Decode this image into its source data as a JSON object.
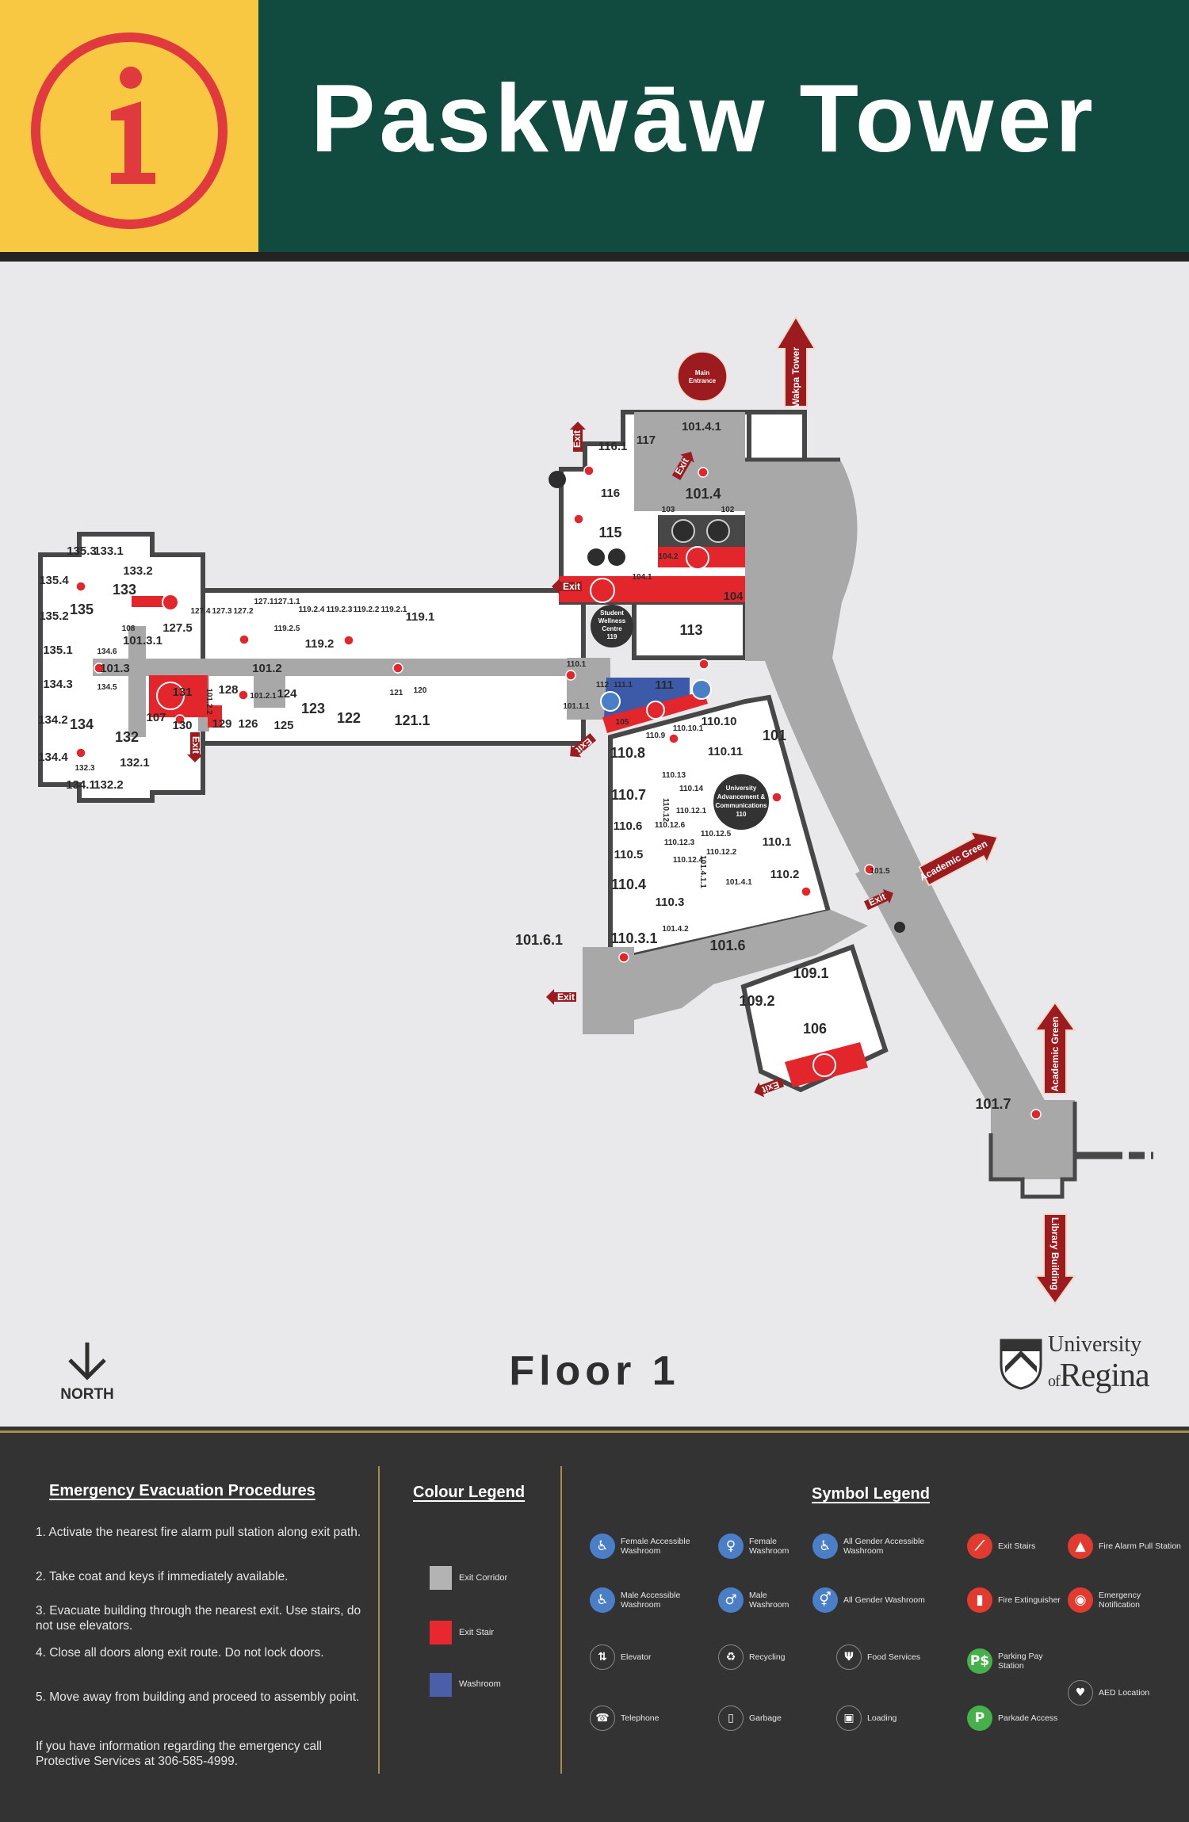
{
  "header": {
    "title": "Paskwāw Tower",
    "info_icon": "info-circle-icon",
    "colors": {
      "yellow": "#f9c842",
      "green": "#114b3f",
      "icon_red": "#e03a3e"
    }
  },
  "map": {
    "floor_label": "Floor 1",
    "north_label": "NORTH",
    "logo": {
      "line1": "University",
      "line2_of": "of",
      "line2": "Regina"
    },
    "main_entrance": "Main Entrance",
    "exit_label": "Exit",
    "destinations": {
      "wakpa": "Wakpa Tower",
      "academic_green_east": "Academic Green",
      "academic_green_north": "Academic Green",
      "library": "Library Building"
    },
    "centres": {
      "student_wellness": [
        "Student",
        "Wellness",
        "Centre",
        "119"
      ],
      "university_advancement": [
        "University",
        "Advancement &",
        "Communications",
        "110"
      ]
    },
    "rooms": [
      "135.3",
      "133.1",
      "133.2",
      "135.4",
      "133",
      "135",
      "135.2",
      "108",
      "101.3.1",
      "127.5",
      "127.4",
      "127.3",
      "127.2",
      "127.1",
      "127.1.1",
      "119.2.5",
      "119.2.4",
      "119.2.3",
      "119.2.2",
      "119.2.1",
      "119.1",
      "119.2",
      "135.1",
      "101.3",
      "101.2",
      "134.3",
      "134.5",
      "131",
      "101.2.2",
      "128",
      "101.2.1",
      "124",
      "121",
      "120",
      "107",
      "123",
      "122",
      "121.1",
      "134.2",
      "134",
      "130",
      "129",
      "126",
      "125",
      "132",
      "134.4",
      "132.1",
      "132.3",
      "134.1",
      "132.2",
      "101.4.1",
      "116.1",
      "117",
      "116",
      "101.4",
      "103",
      "102",
      "115",
      "104.2",
      "104.1",
      "104",
      "113",
      "110.1",
      "112",
      "111.1",
      "111",
      "101.1.1",
      "105",
      "110.10",
      "110.10.1",
      "110.9",
      "101",
      "110.8",
      "110.11",
      "110.13",
      "110.14",
      "110.7",
      "110.12",
      "110.12.1",
      "110.12.6",
      "110.6",
      "110.12.5",
      "110.12.3",
      "110.12.4",
      "110.12.2",
      "110.1",
      "110.5",
      "101.5",
      "110.2",
      "110.4",
      "101.4.1",
      "101.4.1.1",
      "110.3",
      "101.4.2",
      "110.3.1",
      "101.6.1",
      "101.6",
      "109.1",
      "109.2",
      "106",
      "101.7",
      "134.6"
    ],
    "colors": {
      "corridor": "#a8a8a8",
      "exit_stair": "#e3262b",
      "washroom": "#3d5aa8",
      "wall": "#474747",
      "arrow": "#9b1b1f"
    }
  },
  "procedures": {
    "heading": "Emergency Evacuation Procedures",
    "steps": [
      "1. Activate the nearest fire alarm pull station along exit path.",
      "2. Take coat and keys if  immediately available.",
      "3. Evacuate building through the nearest exit. Use stairs, do not use elevators.",
      "4. Close all doors along exit route. Do not lock doors.",
      "5. Move away from building and proceed to assembly point."
    ],
    "contact": "If  you have information regarding the emergency call Protective Services at 306-585-4999."
  },
  "colour_legend": {
    "heading": "Colour Legend",
    "items": [
      {
        "label": "Exit Corridor",
        "color": "#b3b3b3"
      },
      {
        "label": "Exit Stair",
        "color": "#e8282e"
      },
      {
        "label": "Washroom",
        "color": "#4a5fa8"
      }
    ]
  },
  "symbol_legend": {
    "heading": "Symbol Legend",
    "items": [
      {
        "label": "Female Accessible Washroom",
        "icon": "female-accessible-washroom-icon",
        "glyph": "♿",
        "color": "#4a7fc8"
      },
      {
        "label": "Female Washroom",
        "icon": "female-washroom-icon",
        "glyph": "♀",
        "color": "#4a7fc8"
      },
      {
        "label": "All Gender Accessible Washroom",
        "icon": "all-gender-accessible-washroom-icon",
        "glyph": "♿",
        "color": "#4a7fc8"
      },
      {
        "label": "Exit Stairs",
        "icon": "exit-stairs-icon",
        "glyph": "⟋",
        "color": "#e23a2f"
      },
      {
        "label": "Fire Alarm Pull Station",
        "icon": "fire-alarm-icon",
        "glyph": "▲",
        "color": "#e23a2f"
      },
      {
        "label": "Male Accessible Washroom",
        "icon": "male-accessible-washroom-icon",
        "glyph": "♿",
        "color": "#4a7fc8"
      },
      {
        "label": "Male Washroom",
        "icon": "male-washroom-icon",
        "glyph": "♂",
        "color": "#4a7fc8"
      },
      {
        "label": "All Gender Washroom",
        "icon": "all-gender-washroom-icon",
        "glyph": "⚥",
        "color": "#4a7fc8"
      },
      {
        "label": "Fire Extinguisher",
        "icon": "fire-extinguisher-icon",
        "glyph": "▮",
        "color": "#e23a2f"
      },
      {
        "label": "Emergency Notification",
        "icon": "emergency-notification-icon",
        "glyph": "◉",
        "color": "#e23a2f"
      },
      {
        "label": "Elevator",
        "icon": "elevator-icon",
        "glyph": "⇅",
        "color": ""
      },
      {
        "label": "Recycling",
        "icon": "recycling-icon",
        "glyph": "♻",
        "color": ""
      },
      {
        "label": "Food Services",
        "icon": "food-services-icon",
        "glyph": "Ψ",
        "color": ""
      },
      {
        "label": "Parking Pay Station",
        "icon": "parking-pay-station-icon",
        "glyph": "P$",
        "color": "#46b04a"
      },
      {
        "label": "AED Location",
        "icon": "aed-icon",
        "glyph": "♥",
        "color": ""
      },
      {
        "label": "Telephone",
        "icon": "telephone-icon",
        "glyph": "☎",
        "color": ""
      },
      {
        "label": "Garbage",
        "icon": "garbage-icon",
        "glyph": "▯",
        "color": ""
      },
      {
        "label": "Loading",
        "icon": "loading-icon",
        "glyph": "▣",
        "color": ""
      },
      {
        "label": "Parkade Access",
        "icon": "parkade-access-icon",
        "glyph": "P",
        "color": "#46b04a"
      }
    ]
  }
}
